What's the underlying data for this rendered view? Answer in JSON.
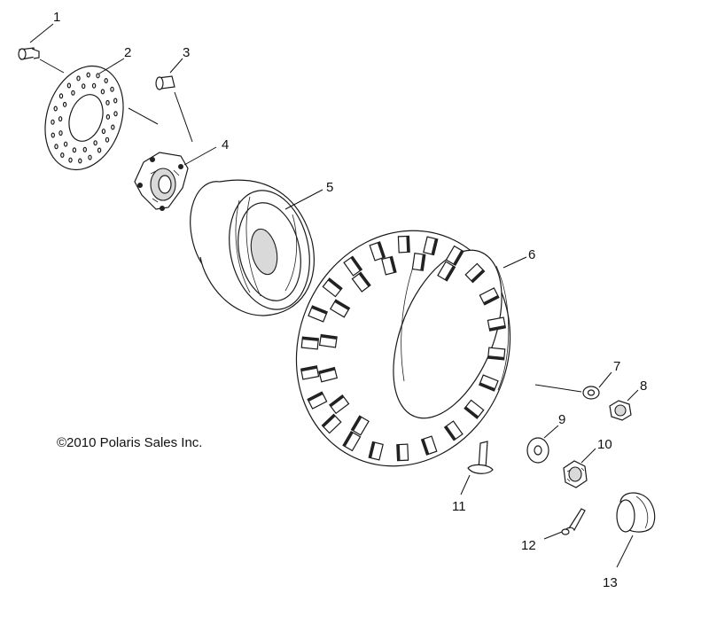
{
  "copyright": "©2010 Polaris Sales Inc.",
  "callouts": [
    {
      "id": "1",
      "label": "1"
    },
    {
      "id": "2",
      "label": "2"
    },
    {
      "id": "3",
      "label": "3"
    },
    {
      "id": "4",
      "label": "4"
    },
    {
      "id": "5",
      "label": "5"
    },
    {
      "id": "6",
      "label": "6"
    },
    {
      "id": "7",
      "label": "7"
    },
    {
      "id": "8",
      "label": "8"
    },
    {
      "id": "9",
      "label": "9"
    },
    {
      "id": "10",
      "label": "10"
    },
    {
      "id": "11",
      "label": "11"
    },
    {
      "id": "12",
      "label": "12"
    },
    {
      "id": "13",
      "label": "13"
    }
  ]
}
